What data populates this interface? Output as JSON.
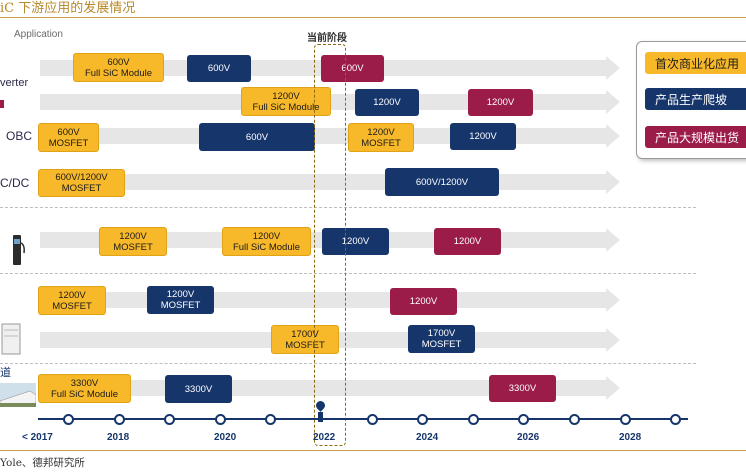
{
  "title": "iC 下游应用的发展情况",
  "column_header": "Application",
  "current_stage_label": "当前阶段",
  "rows": [
    {
      "label": "verter"
    },
    {
      "label": "OBC"
    },
    {
      "label": "C/DC"
    }
  ],
  "legend": [
    "首次商业化应用",
    "产品生产爬坡",
    "产品大规模出货"
  ],
  "chips": [
    {
      "text": "600V\nFull SiC Module",
      "kind": "y"
    },
    {
      "text": "600V",
      "kind": "b"
    },
    {
      "text": "600V",
      "kind": "r"
    },
    {
      "text": "1200V\nFull SiC Module",
      "kind": "y"
    },
    {
      "text": "1200V",
      "kind": "b"
    },
    {
      "text": "1200V",
      "kind": "r"
    },
    {
      "text": "600V\nMOSFET",
      "kind": "y"
    },
    {
      "text": "600V",
      "kind": "b"
    },
    {
      "text": "1200V\nMOSFET",
      "kind": "y"
    },
    {
      "text": "1200V",
      "kind": "b"
    },
    {
      "text": "600V/1200V\nMOSFET",
      "kind": "y"
    },
    {
      "text": "600V/1200V",
      "kind": "b"
    },
    {
      "text": "1200V\nMOSFET",
      "kind": "y"
    },
    {
      "text": "1200V\nFull SiC Module",
      "kind": "y"
    },
    {
      "text": "1200V",
      "kind": "b"
    },
    {
      "text": "1200V",
      "kind": "r"
    },
    {
      "text": "1200V\nMOSFET",
      "kind": "y"
    },
    {
      "text": "1200V\nMOSFET",
      "kind": "b"
    },
    {
      "text": "1200V",
      "kind": "r"
    },
    {
      "text": "1700V\nMOSFET",
      "kind": "y"
    },
    {
      "text": "1700V\nMOSFET",
      "kind": "b"
    },
    {
      "text": "3300V\nFull SiC Module",
      "kind": "y"
    },
    {
      "text": "3300V",
      "kind": "b"
    },
    {
      "text": "3300V",
      "kind": "r"
    }
  ],
  "years": [
    "< 2017",
    "2018",
    "2020",
    "2022",
    "2024",
    "2026",
    "2028"
  ],
  "source": "Yole、德邦研究所",
  "colors": {
    "first_commercial": "#f7b82a",
    "ramp_up": "#16356b",
    "mass_shipment": "#9b1c49",
    "axis": "#16356b"
  }
}
